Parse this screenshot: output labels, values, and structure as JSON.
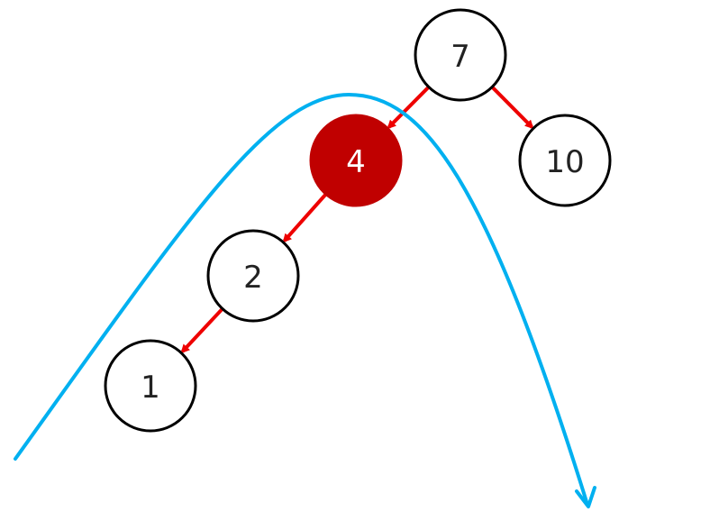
{
  "colors": {
    "background": "#ffffff",
    "node_fill": "#ffffff",
    "node_stroke": "#000000",
    "node_text": "#222222",
    "highlight_fill": "#c00000",
    "highlight_text": "#ffffff",
    "edge": "#ee0000",
    "curve": "#00b0f0"
  },
  "tree": {
    "nodes": [
      {
        "id": "7",
        "label": "7",
        "highlighted": false
      },
      {
        "id": "4",
        "label": "4",
        "highlighted": true
      },
      {
        "id": "10",
        "label": "10",
        "highlighted": false
      },
      {
        "id": "2",
        "label": "2",
        "highlighted": false
      },
      {
        "id": "1",
        "label": "1",
        "highlighted": false
      }
    ],
    "edges": [
      {
        "from": "7",
        "to": "4"
      },
      {
        "from": "7",
        "to": "10"
      },
      {
        "from": "4",
        "to": "2"
      },
      {
        "from": "2",
        "to": "1"
      }
    ]
  },
  "traversal_curve": {
    "icon": "arrowhead-icon",
    "direction": "left-to-right"
  }
}
